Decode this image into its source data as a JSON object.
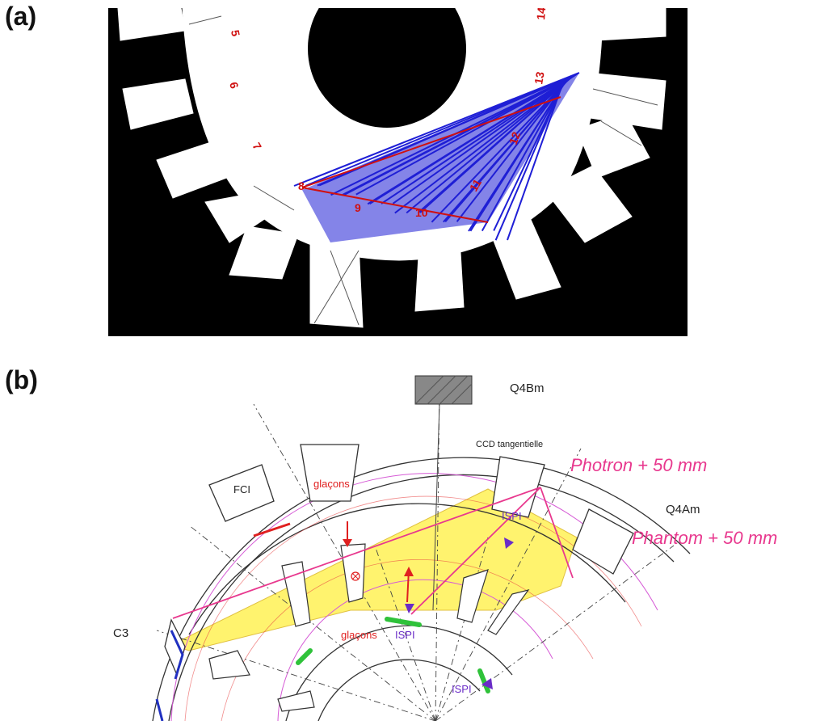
{
  "figure": {
    "panel_a_label": "(a)",
    "panel_b_label": "(b)"
  },
  "panel_a": {
    "ring_numbers": [
      "5",
      "6",
      "7",
      "8",
      "9",
      "10",
      "11",
      "12",
      "13",
      "14"
    ],
    "colors": {
      "background": "#000000",
      "structure": "#ffffff",
      "rays": "#1f1fd6",
      "numbers": "#d01010"
    }
  },
  "panel_b": {
    "labels": {
      "q4bm": "Q4Bm",
      "ccd": "CCD tangentielle",
      "photron": "Photron + 50 mm",
      "q4am": "Q4Am",
      "phantom": "Phantom + 50 mm",
      "fci": "FCI",
      "glacons_top": "glaçons",
      "glacons_bottom": "glaçons",
      "ispi_1": "ISPI",
      "ispi_2": "ISPI",
      "ispi_3": "ISPI",
      "c3": "C3"
    },
    "colors": {
      "highlight_fill": "#fff36e",
      "camera_lines": "#e8388e",
      "ispi": "#6a2cc7",
      "glacons": "#e02020",
      "green_marks": "#2fc23a",
      "structure": "#333333"
    }
  }
}
